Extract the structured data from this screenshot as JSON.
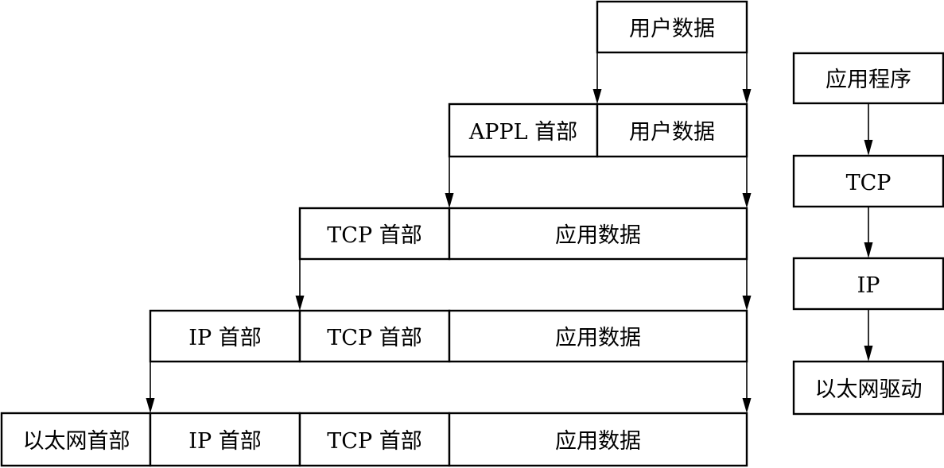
{
  "encapsulation": {
    "row1": [
      "用户数据"
    ],
    "row2": [
      "APPL 首部",
      "用户数据"
    ],
    "row3": [
      "TCP 首部",
      "应用数据"
    ],
    "row4": [
      "IP 首部",
      "TCP 首部",
      "应用数据"
    ],
    "row5": [
      "以太网首部",
      "IP 首部",
      "TCP 首部",
      "应用数据"
    ]
  },
  "stack": [
    "应用程序",
    "TCP",
    "IP",
    "以太网驱动"
  ]
}
